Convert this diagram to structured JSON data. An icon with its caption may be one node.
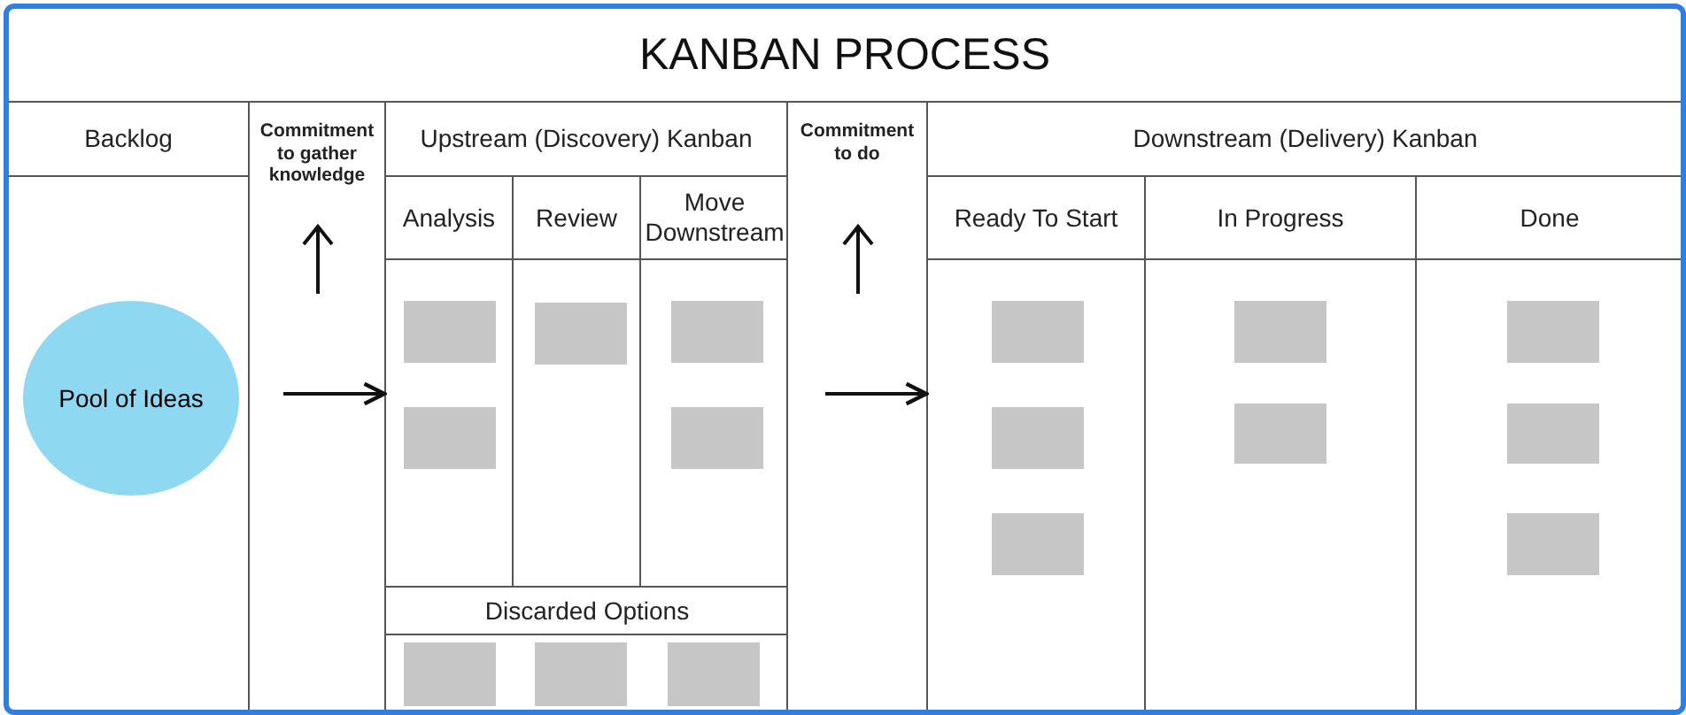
{
  "diagram": {
    "title": "KANBAN PROCESS",
    "nodes": [
      {
        "text": [
          "Backlog"
        ]
      },
      {
        "text": [
          "Pool of Ideas"
        ],
        "in": 0
      },
      {
        "text": [
          "Commitment to gather knowledge"
        ]
      },
      {
        "text": [
          "Upstream (Discovery) Kanban"
        ]
      },
      {
        "text": [
          "Analysis"
        ],
        "in": 3
      },
      {
        "text": [],
        "shape": "box",
        "in": 4
      },
      {
        "text": [],
        "shape": "box",
        "in": 4
      },
      {
        "text": [
          "Review"
        ],
        "in": 3
      },
      {
        "text": [],
        "shape": "box",
        "in": 7
      },
      {
        "text": [
          "Move Downstream"
        ],
        "in": 3
      },
      {
        "text": [],
        "shape": "box",
        "in": 9
      },
      {
        "text": [],
        "shape": "box",
        "in": 9
      },
      {
        "text": [
          "Discarded Options"
        ],
        "in": 3
      },
      {
        "text": [],
        "shape": "box",
        "in": 12
      },
      {
        "text": [],
        "shape": "box",
        "in": 12
      },
      {
        "text": [],
        "shape": "box",
        "in": 12
      },
      {
        "text": [
          "Commitment to do"
        ]
      },
      {
        "text": [
          "Downstream (Delivery) Kanban"
        ]
      },
      {
        "text": [
          "Ready To Start"
        ],
        "in": 17
      },
      {
        "text": [],
        "shape": "box",
        "in": 18
      },
      {
        "text": [],
        "shape": "box",
        "in": 18
      },
      {
        "text": [],
        "shape": "box",
        "in": 18
      },
      {
        "text": [
          "In Progress"
        ],
        "in": 17
      },
      {
        "text": [],
        "shape": "box",
        "in": 22
      },
      {
        "text": [],
        "shape": "box",
        "in": 22
      },
      {
        "text": [
          "Done"
        ],
        "in": 17
      },
      {
        "text": [],
        "shape": "box",
        "in": 25
      },
      {
        "text": [],
        "shape": "box",
        "in": 25
      },
      {
        "text": [],
        "shape": "box",
        "in": 25
      }
    ],
    "edges": [
      {
        "from": 2,
        "to": 3,
        "arrow": "to"
      },
      {
        "from": 16,
        "to": 17,
        "arrow": "to"
      }
    ]
  }
}
